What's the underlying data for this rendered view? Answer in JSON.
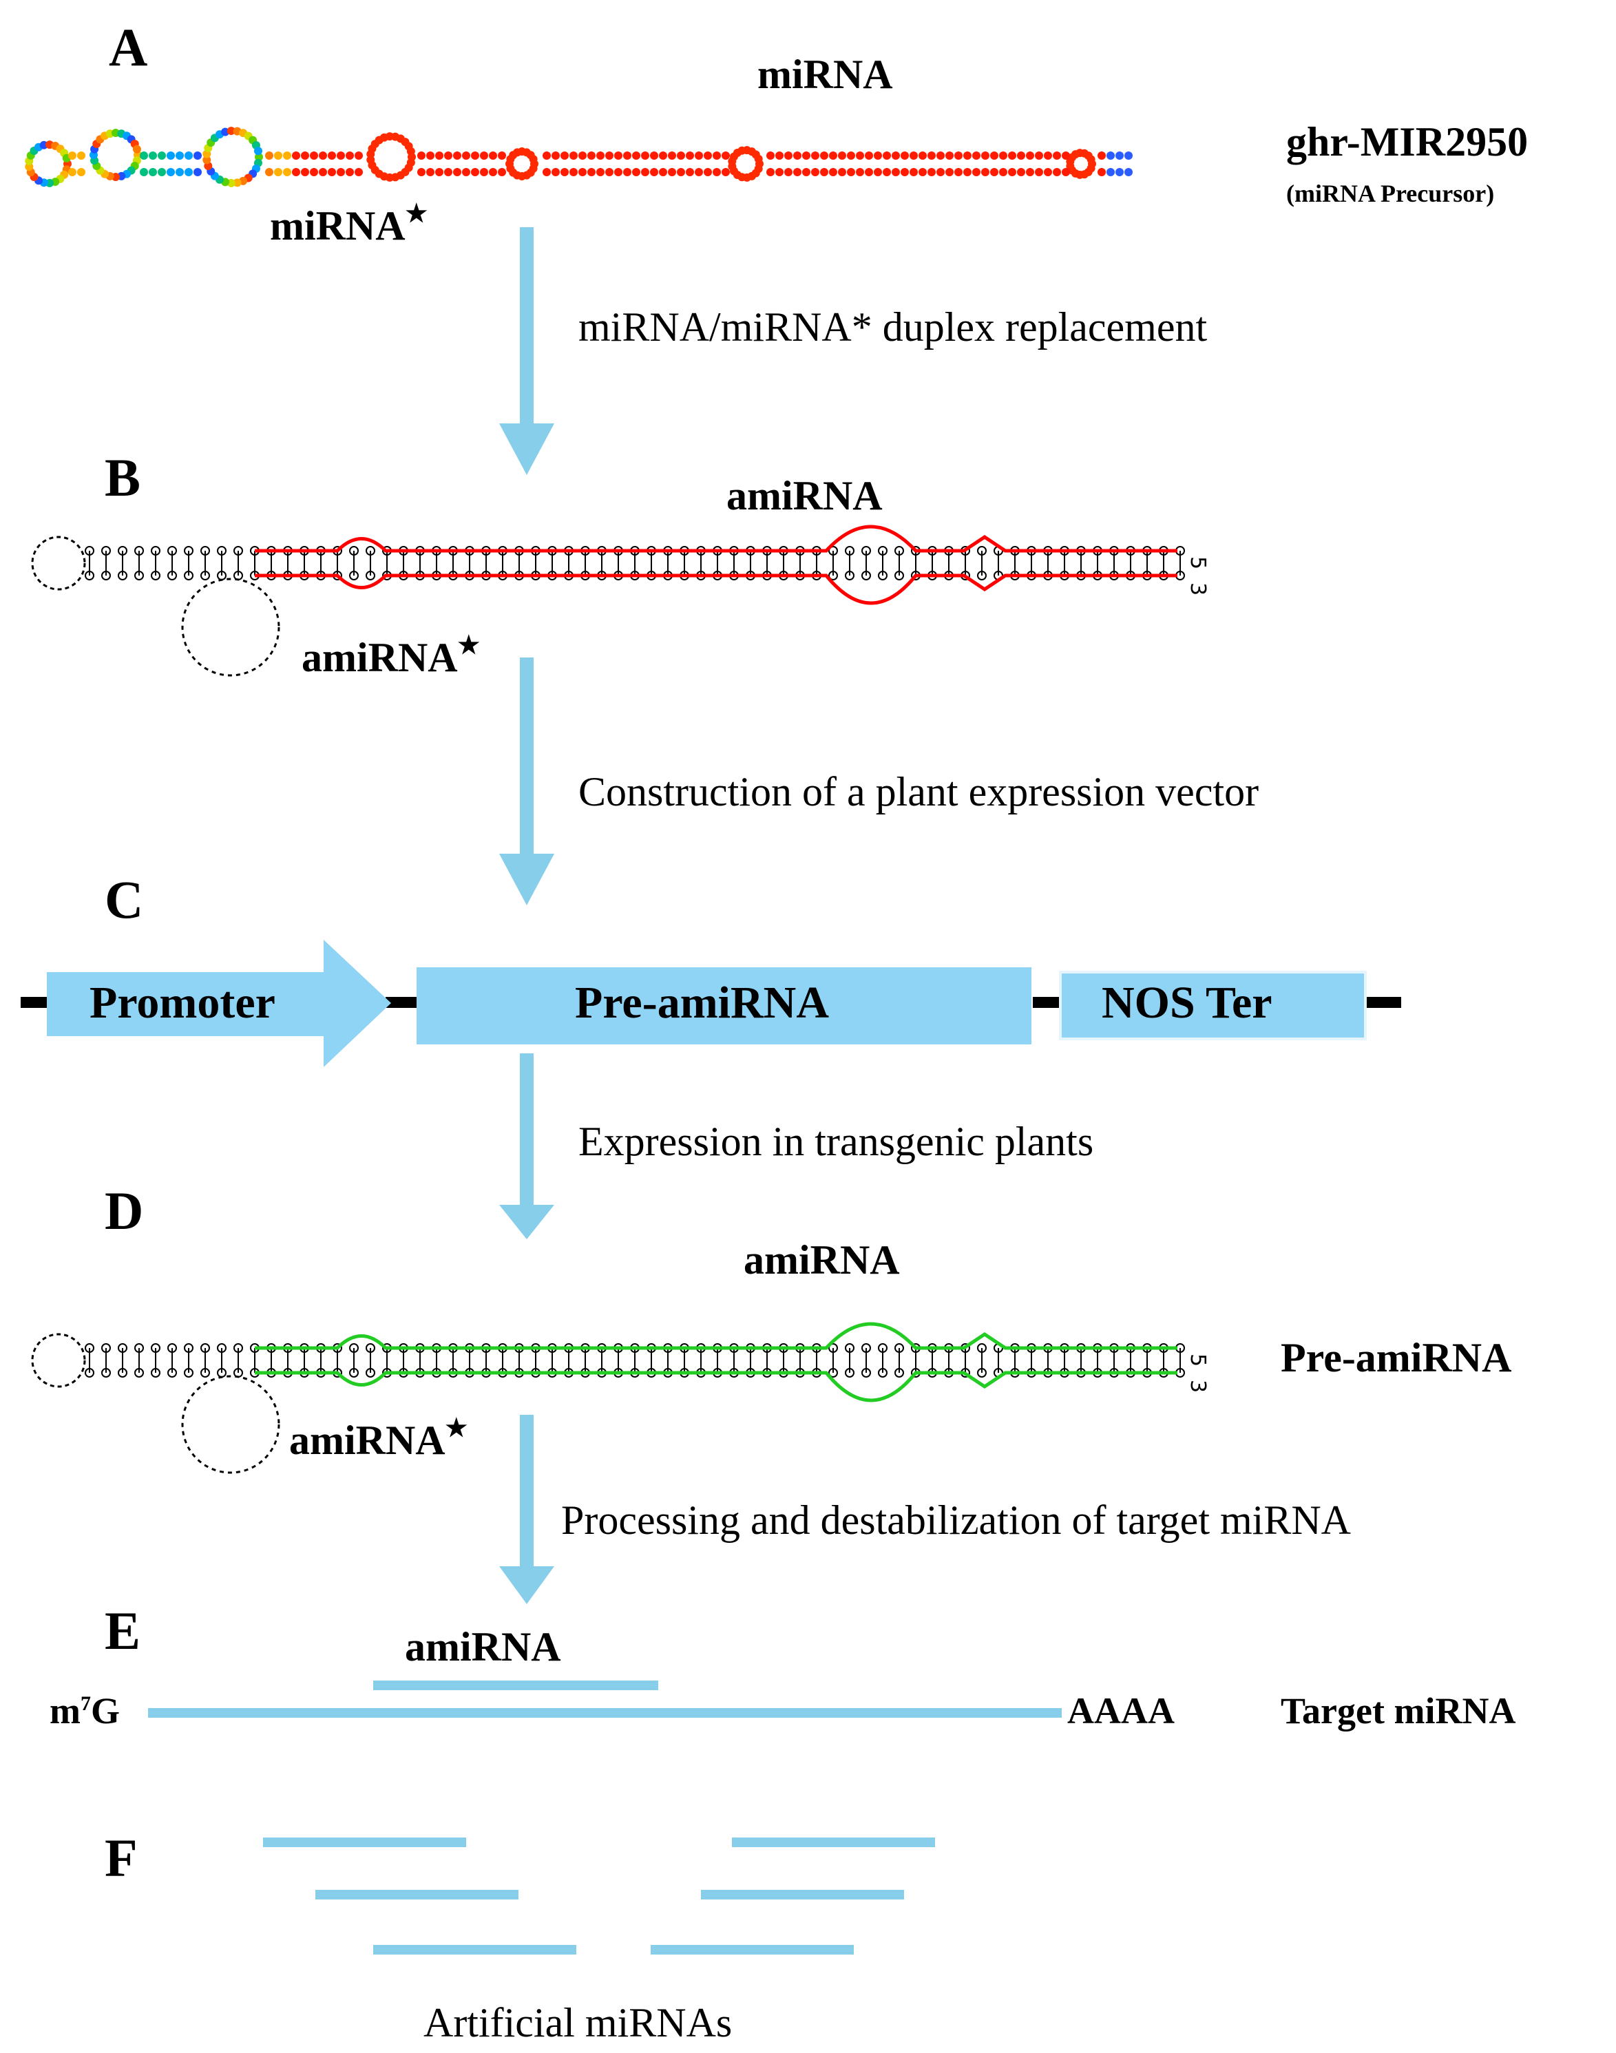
{
  "panels": {
    "a": {
      "letter": "A",
      "mirna_label": "miRNA",
      "mirna_star_label": "miRNA",
      "precursor_name": "ghr-MIR2950",
      "precursor_sub": "(miRNA Precursor)"
    },
    "b": {
      "letter": "B",
      "amirna_label": "amiRNA",
      "amirna_star_label": "amiRNA"
    },
    "c": {
      "letter": "C",
      "promoter": "Promoter",
      "pre_amirna": "Pre-amiRNA",
      "nos_ter": "NOS Ter"
    },
    "d": {
      "letter": "D",
      "amirna_label": "amiRNA",
      "amirna_star_label": "amiRNA",
      "pre_amirna_label": "Pre-amiRNA"
    },
    "e": {
      "letter": "E",
      "amirna_label": "amiRNA",
      "cap": "m",
      "cap_sup": "7",
      "cap_end": "G",
      "poly_a": "AAAA",
      "target_label": "Target miRNA"
    },
    "f": {
      "letter": "F",
      "caption": "Artificial miRNAs"
    }
  },
  "steps": {
    "step1": "miRNA/miRNA* duplex replacement",
    "step2": "Construction of a plant expression vector",
    "step3": "Expression in transgenic plants",
    "step4": "Processing and destabilization of target miRNA"
  },
  "hairpin_end_labels": [
    "5",
    "3"
  ],
  "colors": {
    "arrow_blue": "#87CEEB",
    "box_blue": "#8FD3F5",
    "duplex_red": "#FF0000",
    "duplex_green": "#22CC22",
    "line_black": "#000000"
  }
}
